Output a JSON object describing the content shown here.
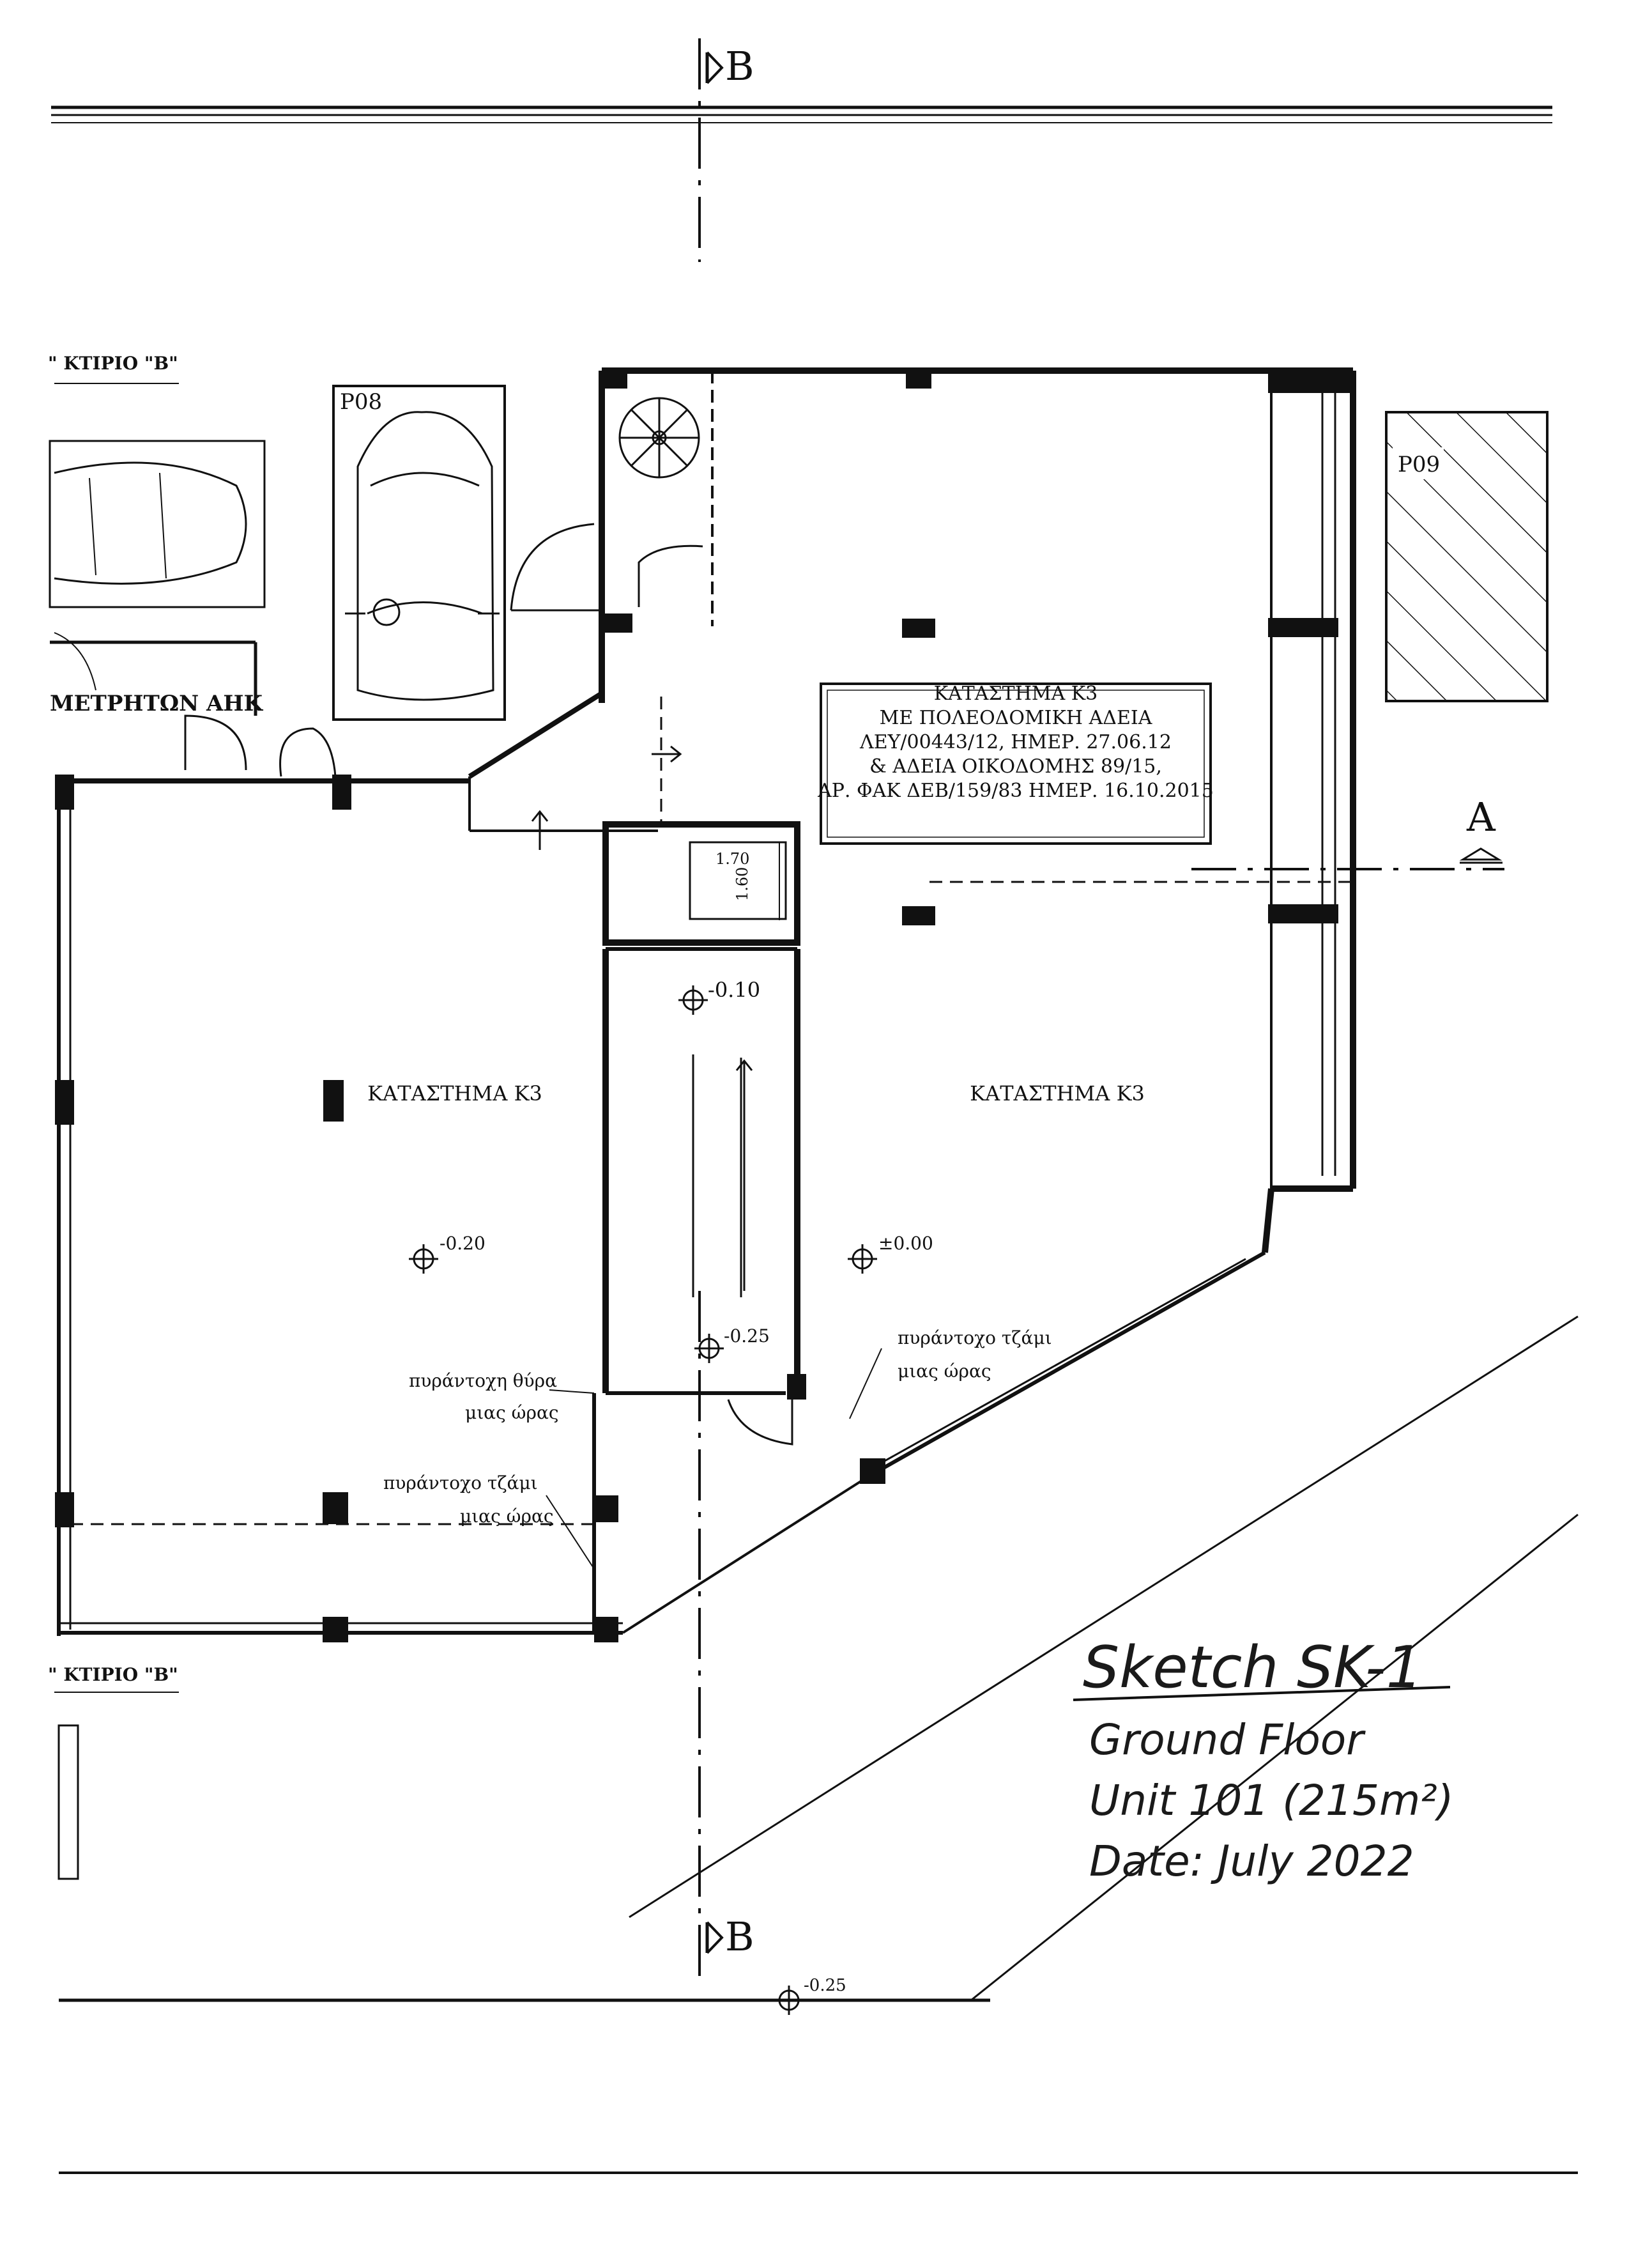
{
  "section_marks": {
    "top": "B",
    "bottom": "B",
    "right": "A"
  },
  "building_labels": {
    "top": "\" ΚΤΙΡΙΟ \"Β\"",
    "bottom": "\" ΚΤΙΡΙΟ \"Β\""
  },
  "meters_room": "ΜΕΤΡΗΤΩΝ ΑΗΚ",
  "parking": {
    "p08": "P08",
    "p09": "P09"
  },
  "permit_box": {
    "line1": "ΚΑΤΑΣΤΗΜΑ Κ3",
    "line2": "ΜΕ ΠΟΛΕΟΔΟΜΙΚΗ ΑΔΕΙΑ",
    "line3": "ΛΕΥ/00443/12,  ΗΜΕΡ. 27.06.12",
    "line4": "& ΑΔΕΙΑ ΟΙΚΟΔΟΜΗΣ 89/15,",
    "line5": "ΑΡ. ΦΑΚ ΔΕΒ/159/83 ΗΜΕΡ. 16.10.2015"
  },
  "rooms": {
    "left": "ΚΑΤΑΣΤΗΜΑ Κ3",
    "right": "ΚΑΤΑΣΤΗΜΑ Κ3"
  },
  "lift_dims": {
    "width": "1.70",
    "depth": "1.60"
  },
  "levels": {
    "stair": "-0.10",
    "left": "-0.20",
    "right": "±0.00",
    "corridor": "-0.25",
    "outside": "-0.25"
  },
  "fire_notes": {
    "door_line1": "πυράντοχη θύρα",
    "door_line2": "μιας ώρας",
    "glass_left_line1": "πυράντοχο τζάμι",
    "glass_left_line2": "μιας ώρας",
    "glass_right_line1": "πυράντοχο τζάμι",
    "glass_right_line2": "μιας ώρας"
  },
  "handwritten": {
    "title": "Sketch SK-1",
    "line1": "Ground Floor",
    "line2": "Unit 101 (215m²)",
    "line3": "Date: July 2022"
  }
}
